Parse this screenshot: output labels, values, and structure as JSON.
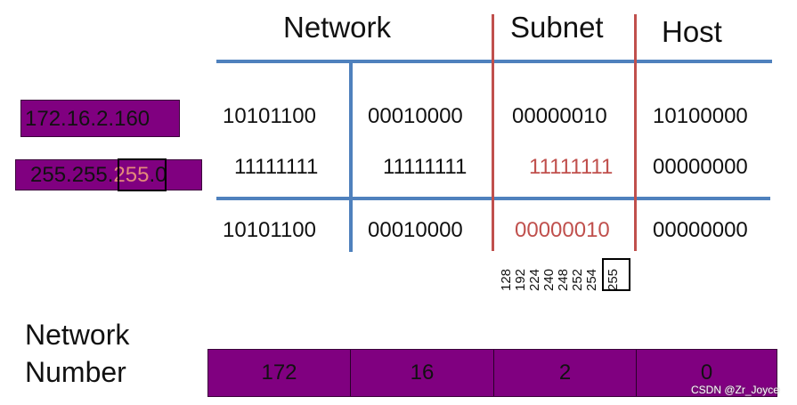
{
  "headers": {
    "network": "Network",
    "subnet": "Subnet",
    "host": "Host"
  },
  "ip_address": "172.16.2.160",
  "mask": {
    "prefix": "255.255.",
    "highlight": "255",
    "suffix": ".0"
  },
  "rows": {
    "ip_bits": [
      "10101100",
      "00010000",
      "00000010",
      "10100000"
    ],
    "mask_bits": [
      "11111111",
      "11111111",
      "11111111",
      "00000000"
    ],
    "result_bits": [
      "10101100",
      "00010000",
      "00000010",
      "00000000"
    ]
  },
  "mask_values": [
    "128",
    "192",
    "224",
    "240",
    "248",
    "252",
    "254",
    "255"
  ],
  "network_number": {
    "label_line1": "Network",
    "label_line2": "Number",
    "octets": [
      "172",
      "16",
      "2",
      "0"
    ]
  },
  "watermark": "CSDN @Zr_Joyce",
  "colors": {
    "purple": "#800080",
    "blue_line": "#4f81bd",
    "red": "#c0504d"
  }
}
